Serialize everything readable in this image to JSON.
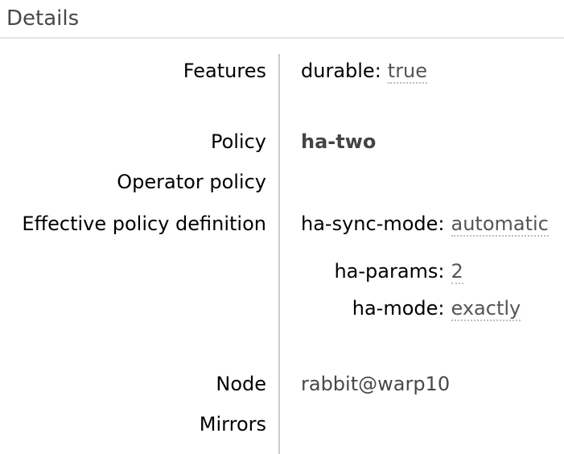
{
  "section": {
    "title": "Details"
  },
  "theme": {
    "heading_color": "#484848",
    "rule_color": "#e2e2e2",
    "divider_color": "#cccccc",
    "value_muted_color": "#555555",
    "link_color": "#444444",
    "plain_value_color": "#484848"
  },
  "rows": {
    "features": {
      "label": "Features",
      "pairs": [
        {
          "key": "durable:",
          "value": "true"
        }
      ]
    },
    "policy": {
      "label": "Policy",
      "value": "ha-two"
    },
    "operator_policy": {
      "label": "Operator policy",
      "value": ""
    },
    "effective_policy_definition": {
      "label": "Effective policy definition",
      "pairs": [
        {
          "key": "ha-sync-mode:",
          "value": "automatic"
        },
        {
          "key": "ha-params:",
          "value": "2"
        },
        {
          "key": "ha-mode:",
          "value": "exactly"
        }
      ]
    },
    "node": {
      "label": "Node",
      "value": "rabbit@warp10"
    },
    "mirrors": {
      "label": "Mirrors",
      "value": ""
    }
  }
}
